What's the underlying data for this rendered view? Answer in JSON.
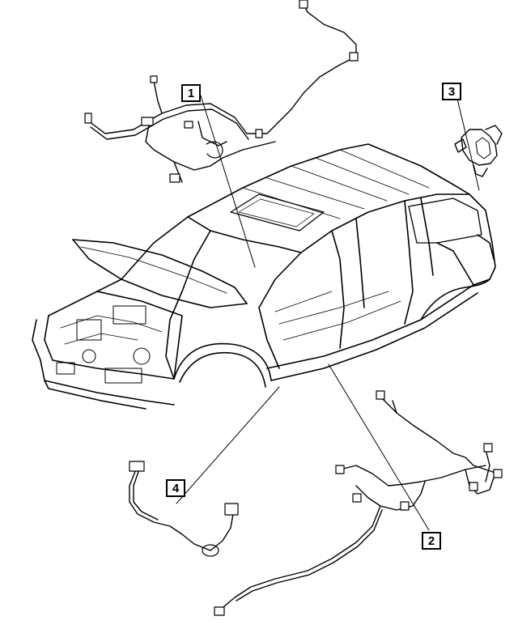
{
  "callouts": [
    {
      "id": "1",
      "label": "1",
      "part": "wiring-harness-roof"
    },
    {
      "id": "2",
      "label": "2",
      "part": "wiring-harness-body"
    },
    {
      "id": "3",
      "label": "3",
      "part": "lamp-socket"
    },
    {
      "id": "4",
      "label": "4",
      "part": "wiring-harness-sensor"
    }
  ],
  "colors": {
    "line": "#000000",
    "background": "#ffffff"
  }
}
